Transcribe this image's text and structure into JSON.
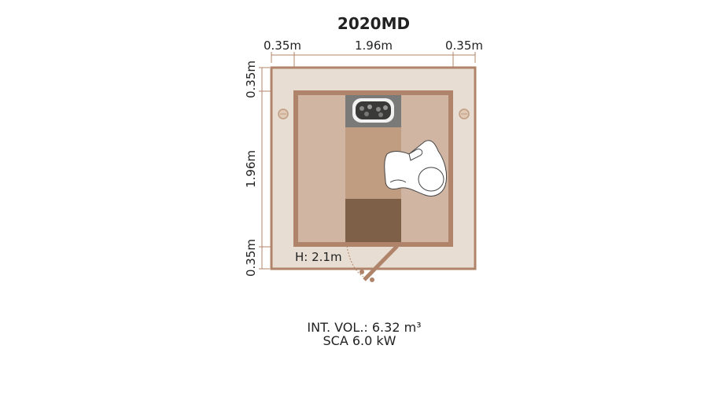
{
  "title": "2020MD",
  "dimensions": {
    "top_left": "0.35m",
    "top_middle": "1.96m",
    "top_right": "0.35m",
    "left_top": "0.35m",
    "left_middle": "1.96m",
    "left_bottom": "0.35m"
  },
  "height_label": "H: 2.1m",
  "specs": {
    "volume": "INT. VOL.: 6.32 m³",
    "heater": "SCA 6.0 kW"
  },
  "colors": {
    "wall": "#b0846a",
    "outer_fill": "#e8ddd2",
    "bench": "#cfb5a2",
    "floor": "#c09c80",
    "heater_bg": "#7a7b79",
    "floor_dark": "#7e6049"
  }
}
